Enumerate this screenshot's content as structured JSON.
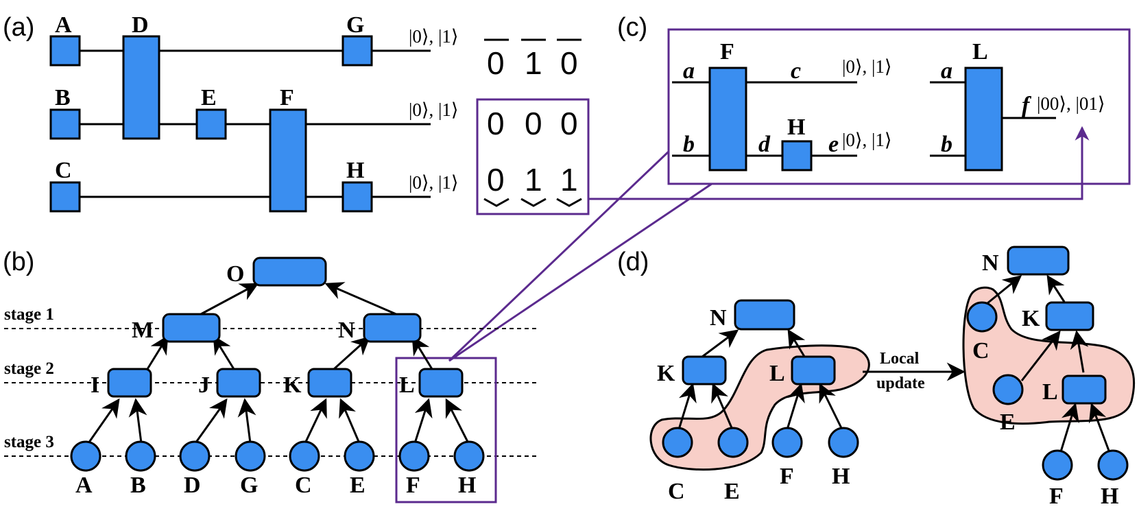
{
  "panels": {
    "a": "(a)",
    "b": "(b)",
    "c": "(c)",
    "d": "(d)"
  },
  "circuit_a": {
    "gates": [
      "A",
      "B",
      "C",
      "D",
      "E",
      "F",
      "G",
      "H"
    ],
    "outputs": [
      "|0⟩, |1⟩",
      "|0⟩, |1⟩",
      "|0⟩, |1⟩"
    ],
    "bits_top": [
      "0",
      "1",
      "0"
    ],
    "bits_mid": [
      "0",
      "0",
      "0"
    ],
    "bits_bot": [
      "0",
      "1",
      "1"
    ]
  },
  "tree_b": {
    "stages": [
      "stage 1",
      "stage 2",
      "stage 3"
    ],
    "root": "O",
    "stage1": [
      "M",
      "N"
    ],
    "stage2": [
      "I",
      "J",
      "K",
      "L"
    ],
    "leaves": [
      "A",
      "B",
      "D",
      "G",
      "C",
      "E",
      "F",
      "H"
    ]
  },
  "circuit_c": {
    "gate_F": "F",
    "gate_H": "H",
    "gate_L": "L",
    "wires": {
      "a": "a",
      "b": "b",
      "c": "c",
      "d": "d",
      "e": "e",
      "f": "f",
      "a2": "a",
      "b2": "b"
    },
    "out_c": "|0⟩, |1⟩",
    "out_e": "|0⟩, |1⟩",
    "out_f": "|00⟩, |01⟩"
  },
  "tree_d": {
    "before": {
      "root": "N",
      "K": "K",
      "L": "L",
      "leaves": [
        "C",
        "E",
        "F",
        "H"
      ]
    },
    "arrow_label": [
      "Local",
      "update"
    ],
    "after": {
      "root": "N",
      "K": "K",
      "L": "L",
      "C": "C",
      "E": "E",
      "leaves": [
        "F",
        "H"
      ]
    }
  },
  "colors": {
    "node": "#3a8ef0",
    "highlight": "#5b2a8e",
    "group": "#f8cfc8"
  }
}
